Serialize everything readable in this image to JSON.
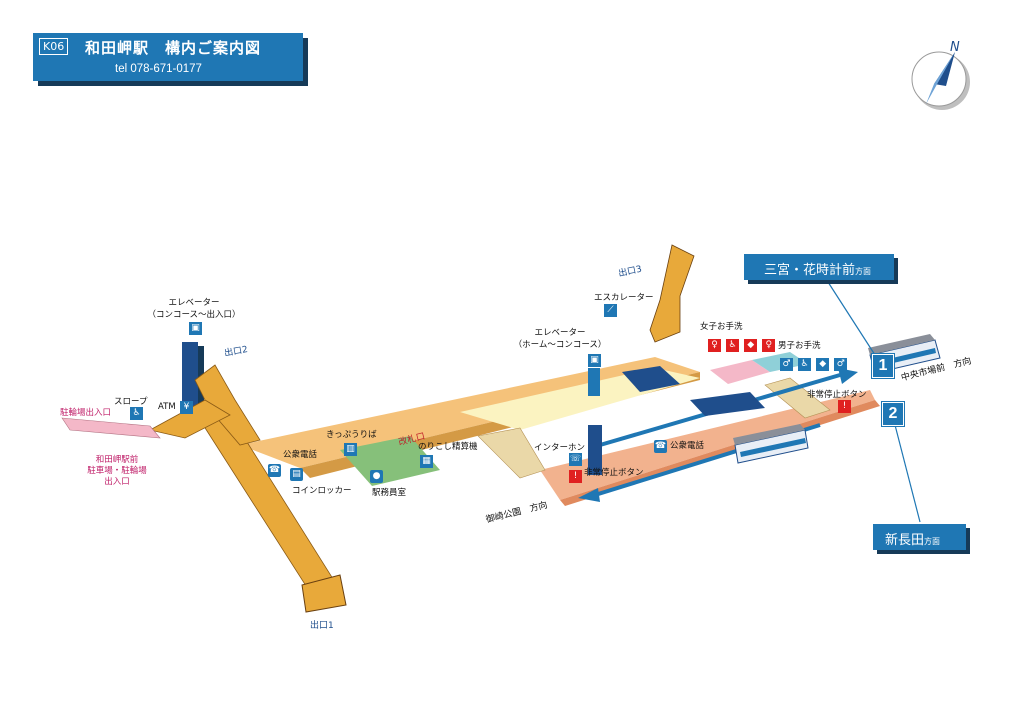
{
  "header": {
    "code": "K06",
    "title": "和田岬駅　構内ご案内図",
    "tel": "tel 078-671-0177"
  },
  "directions": {
    "sannomiya": {
      "main": "三宮・花時計前",
      "sub": "方面"
    },
    "shinnagata": {
      "main": "新長田",
      "sub": "方面"
    },
    "chuo": "中央市場前　方向",
    "misaki": "御崎公園　方向"
  },
  "tracks": {
    "one": "1",
    "two": "2"
  },
  "compass": {
    "letter": "N"
  },
  "labels": {
    "exit1": "出口1",
    "exit2": "出口2",
    "exit3": "出口3",
    "elevator_left": "エレベーター",
    "elevator_left_sub": "（コンコース～出入口）",
    "elevator_center": "エレベーター",
    "elevator_center_sub": "（ホーム～コンコース）",
    "escalator": "エスカレーター",
    "slope": "スロープ",
    "atm": "ATM",
    "bicycle_exit": "駐輪場出入口",
    "parking_exit_1": "和田岬駅前",
    "parking_exit_2": "駐車場・駐輪場",
    "parking_exit_3": "出入口",
    "ticket_sales": "きっぷうりば",
    "ticket_gate": "改札口",
    "fare_adjust": "のりこし精算機",
    "public_phone_left": "公衆電話",
    "public_phone_right": "公衆電話",
    "coin_locker": "コインロッカー",
    "station_office": "駅務員室",
    "intercom": "インターホン",
    "emergency_center": "非常停止ボタン",
    "emergency_right": "非常停止ボタン",
    "womens_toilet": "女子お手洗",
    "mens_toilet": "男子お手洗"
  },
  "colors": {
    "brand": "#1f77b4",
    "stairs": "#e8a93a",
    "concourse": "#f5c27a",
    "platform": "#f2b28e",
    "ticket_area": "#86c07a",
    "toilet_w": "#f4b8c8",
    "toilet_m": "#8fd0d8",
    "yellow_zone": "#fbf3c1"
  }
}
